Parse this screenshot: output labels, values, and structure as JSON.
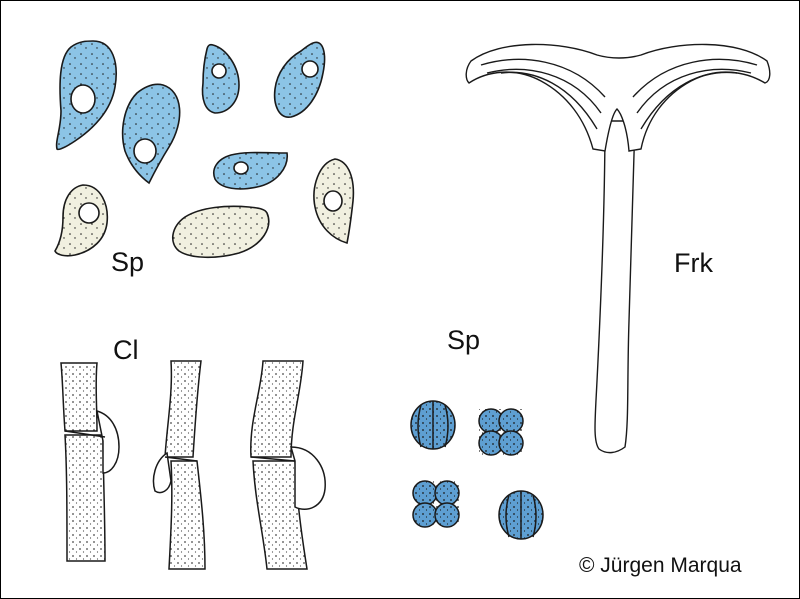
{
  "labels": {
    "spores_top": "Sp",
    "clamps": "Cl",
    "spores_tetrads": "Sp",
    "fruitbody": "Frk"
  },
  "credit": "© Jürgen Marqua",
  "colors": {
    "spore_blue": "#8cc4e6",
    "spore_cream": "#f1f0e0",
    "tetrad_blue": "#5e9fd2",
    "ink": "#1a1a1a"
  }
}
